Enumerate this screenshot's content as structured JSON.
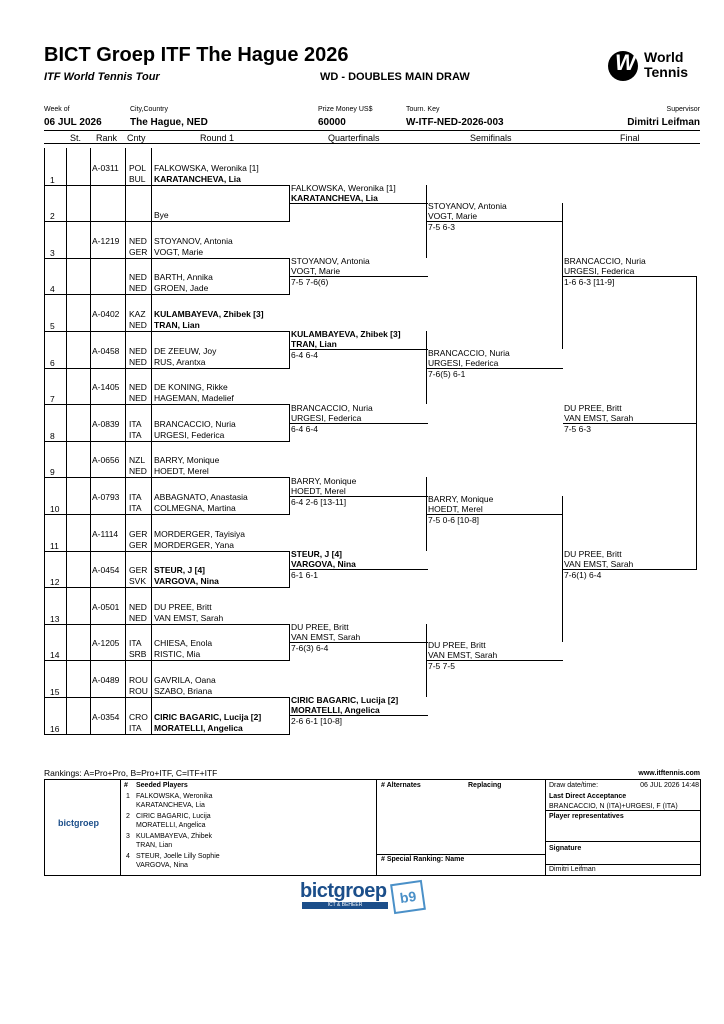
{
  "header": {
    "title": "BICT Groep ITF The Hague 2026",
    "subtitle": "ITF World Tennis Tour",
    "draw_title": "WD - DOUBLES MAIN DRAW",
    "logo_text_1": "World",
    "logo_text_2": "Tennis"
  },
  "meta": {
    "week_label": "Week of",
    "week": "06 JUL 2026",
    "city_label": "City,Country",
    "city": "The Hague, NED",
    "prize_label": "Prize Money US$",
    "prize": "60000",
    "key_label": "Tourn. Key",
    "key": "W-ITF-NED-2026-003",
    "sup_label": "Supervisor",
    "supervisor": "Dimitri Leifman"
  },
  "columns": {
    "st": "St.",
    "rank": "Rank",
    "cnty": "Cnty",
    "r1": "Round 1",
    "qf": "Quarterfinals",
    "sf": "Semifinals",
    "f": "Final"
  },
  "round1": [
    {
      "num": "1",
      "rank": "A-0311",
      "c1": "POL",
      "c2": "BUL",
      "p1": "FALKOWSKA, Weronika [1]",
      "p2": "KARATANCHEVA, Lia",
      "bold": "p2"
    },
    {
      "num": "2",
      "rank": "",
      "c1": "",
      "c2": "",
      "p1": "",
      "p2": "Bye",
      "bold": ""
    },
    {
      "num": "3",
      "rank": "A-1219",
      "c1": "NED",
      "c2": "GER",
      "p1": "STOYANOV, Antonia",
      "p2": "VOGT, Marie",
      "bold": ""
    },
    {
      "num": "4",
      "rank": "",
      "c1": "NED",
      "c2": "NED",
      "p1": "BARTH, Annika",
      "p2": "GROEN, Jade",
      "bold": ""
    },
    {
      "num": "5",
      "rank": "A-0402",
      "c1": "KAZ",
      "c2": "NED",
      "p1": "KULAMBAYEVA, Zhibek [3]",
      "p2": "TRAN, Lian",
      "bold": "both"
    },
    {
      "num": "6",
      "rank": "A-0458",
      "c1": "NED",
      "c2": "NED",
      "p1": "DE ZEEUW, Joy",
      "p2": "RUS, Arantxa",
      "bold": ""
    },
    {
      "num": "7",
      "rank": "A-1405",
      "c1": "NED",
      "c2": "NED",
      "p1": "DE KONING, Rikke",
      "p2": "HAGEMAN, Madelief",
      "bold": ""
    },
    {
      "num": "8",
      "rank": "A-0839",
      "c1": "ITA",
      "c2": "ITA",
      "p1": "BRANCACCIO, Nuria",
      "p2": "URGESI, Federica",
      "bold": ""
    },
    {
      "num": "9",
      "rank": "A-0656",
      "c1": "NZL",
      "c2": "NED",
      "p1": "BARRY, Monique",
      "p2": "HOEDT, Merel",
      "bold": ""
    },
    {
      "num": "10",
      "rank": "A-0793",
      "c1": "ITA",
      "c2": "ITA",
      "p1": "ABBAGNATO, Anastasia",
      "p2": "COLMEGNA, Martina",
      "bold": ""
    },
    {
      "num": "11",
      "rank": "A-1114",
      "c1": "GER",
      "c2": "GER",
      "p1": "MORDERGER, Tayisiya",
      "p2": "MORDERGER, Yana",
      "bold": ""
    },
    {
      "num": "12",
      "rank": "A-0454",
      "c1": "GER",
      "c2": "SVK",
      "p1": "STEUR, J [4]",
      "p2": "VARGOVA, Nina",
      "bold": "both"
    },
    {
      "num": "13",
      "rank": "A-0501",
      "c1": "NED",
      "c2": "NED",
      "p1": "DU PREE, Britt",
      "p2": "VAN EMST, Sarah",
      "bold": ""
    },
    {
      "num": "14",
      "rank": "A-1205",
      "c1": "ITA",
      "c2": "SRB",
      "p1": "CHIESA, Enola",
      "p2": "RISTIC, Mia",
      "bold": ""
    },
    {
      "num": "15",
      "rank": "A-0489",
      "c1": "ROU",
      "c2": "ROU",
      "p1": "GAVRILA, Oana",
      "p2": "SZABO, Briana",
      "bold": ""
    },
    {
      "num": "16",
      "rank": "A-0354",
      "c1": "CRO",
      "c2": "ITA",
      "p1": "CIRIC BAGARIC, Lucija [2]",
      "p2": "MORATELLI, Angelica",
      "bold": "both"
    }
  ],
  "quarterfinals": [
    {
      "p1": "FALKOWSKA, Weronika [1]",
      "p2": "KARATANCHEVA, Lia",
      "score": "",
      "bold": "p2"
    },
    {
      "p1": "STOYANOV, Antonia",
      "p2": "VOGT, Marie",
      "score": "7-5 7-6(6)",
      "bold": ""
    },
    {
      "p1": "KULAMBAYEVA, Zhibek [3]",
      "p2": "TRAN, Lian",
      "score": "6-4 6-4",
      "bold": "both"
    },
    {
      "p1": "BRANCACCIO, Nuria",
      "p2": "URGESI, Federica",
      "score": "6-4 6-4",
      "bold": ""
    },
    {
      "p1": "BARRY, Monique",
      "p2": "HOEDT, Merel",
      "score": "6-4 2-6 [13-11]",
      "bold": ""
    },
    {
      "p1": "STEUR, J [4]",
      "p2": "VARGOVA, Nina",
      "score": "6-1 6-1",
      "bold": "both"
    },
    {
      "p1": "DU PREE, Britt",
      "p2": "VAN EMST, Sarah",
      "score": "7-6(3) 6-4",
      "bold": ""
    },
    {
      "p1": "CIRIC BAGARIC, Lucija [2]",
      "p2": "MORATELLI, Angelica",
      "score": "2-6 6-1 [10-8]",
      "bold": "both"
    }
  ],
  "semifinals": [
    {
      "p1": "STOYANOV, Antonia",
      "p2": "VOGT, Marie",
      "score": "7-5 6-3"
    },
    {
      "p1": "BRANCACCIO, Nuria",
      "p2": "URGESI, Federica",
      "score": "7-6(5) 6-1"
    },
    {
      "p1": "BARRY, Monique",
      "p2": "HOEDT, Merel",
      "score": "7-5 0-6 [10-8]"
    },
    {
      "p1": "DU PREE, Britt",
      "p2": "VAN EMST, Sarah",
      "score": "7-5 7-5"
    }
  ],
  "final": [
    {
      "p1": "BRANCACCIO, Nuria",
      "p2": "URGESI, Federica",
      "score": "1-6 6-3 [11-9]"
    },
    {
      "p1": "DU PREE, Britt",
      "p2": "VAN EMST, Sarah",
      "score": "7-6(1) 6-4"
    }
  ],
  "champion": {
    "p1": "DU PREE, Britt",
    "p2": "VAN EMST, Sarah",
    "score": "7-5 6-3"
  },
  "footer": {
    "rankings": "Rankings: A=Pro+Pro, B=Pro+ITF, C=ITF+ITF",
    "website": "www.itftennis.com",
    "seeded_hash": "#",
    "seeded_title": "Seeded Players",
    "seeded": [
      {
        "n": "1",
        "a": "FALKOWSKA, Weronika",
        "b": "KARATANCHEVA, Lia"
      },
      {
        "n": "2",
        "a": "CIRIC BAGARIC, Lucija",
        "b": "MORATELLI, Angelica"
      },
      {
        "n": "3",
        "a": "KULAMBAYEVA, Zhibek",
        "b": "TRAN, Lian"
      },
      {
        "n": "4",
        "a": "STEUR, Joelle Lilly Sophie",
        "b": "VARGOVA, Nina"
      }
    ],
    "alternates": "# Alternates",
    "replacing": "Replacing",
    "special": "# Special Ranking: Name",
    "draw_date_label": "Draw date/time:",
    "draw_date": "06 JUL 2026 14:48",
    "lda_label": "Last Direct Acceptance",
    "lda": "BRANCACCIO, N (ITA)+URGESI, F (ITA)",
    "reps_label": "Player representatives",
    "sig_label": "Signature",
    "sig_name": "Dimitri Leifman",
    "sponsor": "bictgroep",
    "sponsor_small": "ICT & BEHEER"
  }
}
